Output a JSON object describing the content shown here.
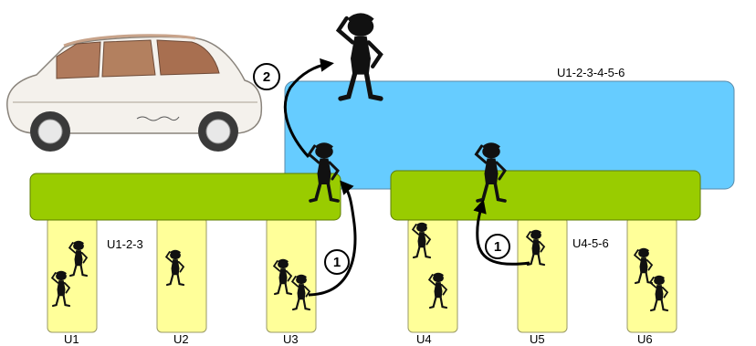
{
  "colors": {
    "top_platform": "#66ccff",
    "mid_platform": "#99cc00",
    "pillar": "#ffff99",
    "ink": "#000000"
  },
  "labels": {
    "top": "U1-2-3-4-5-6",
    "left_group": "U1-2-3",
    "right_group": "U4-5-6",
    "units": [
      "U1",
      "U2",
      "U3",
      "U4",
      "U5",
      "U6"
    ]
  },
  "steps": {
    "step_up_left": "1",
    "step_up_right": "1",
    "step_top": "2"
  },
  "icons": {
    "car": "car-icon",
    "person": "thinking-person-icon"
  }
}
